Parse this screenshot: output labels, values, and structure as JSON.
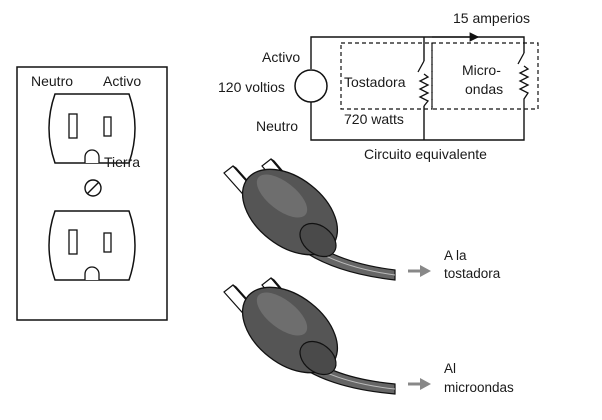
{
  "outlet": {
    "neutral_label": "Neutro",
    "hot_label": "Activo",
    "ground_label": "Tierra"
  },
  "circuit": {
    "current_label": "15 amperios",
    "hot_label": "Activo",
    "voltage_label": "120 voltios",
    "neutral_label": "Neutro",
    "toaster_label": "Tostadora",
    "toaster_power_label": "720 watts",
    "microwave_label_line1": "Micro-",
    "microwave_label_line2": "ondas",
    "caption": "Circuito equivalente"
  },
  "plugs": [
    {
      "line1": "A la",
      "line2": "tostadora"
    },
    {
      "line1": "Al",
      "line2": "microondas"
    }
  ],
  "colors": {
    "plug_body": "#555555",
    "arrow": "#888888",
    "line": "#111111"
  }
}
